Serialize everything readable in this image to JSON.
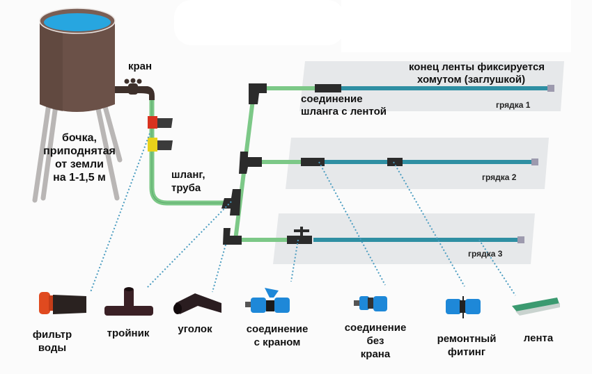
{
  "colors": {
    "barrel": "#6b5148",
    "water": "#27a6e0",
    "hose": "#7cc887",
    "tape": "#2f8fa3",
    "fitting": "#2b2b2b",
    "bed": "#e6e8ea",
    "leader": "#4a9cc0",
    "filter_red": "#d9321f",
    "filter_yellow": "#e8d21a",
    "connector_blue": "#1e88d8"
  },
  "labels": {
    "tap": "кран",
    "barrel_1": "бочка,",
    "barrel_2": "приподнятая",
    "barrel_3": "от земли",
    "barrel_4": "на 1-1,5 м",
    "hose_1": "шланг,",
    "hose_2": "труба",
    "connection_1": "соединение",
    "connection_2": "шланга с лентой",
    "tape_end_1": "конец ленты фиксируется",
    "tape_end_2": "хомутом (заглушкой)"
  },
  "beds": [
    {
      "label": "грядка 1"
    },
    {
      "label": "грядка 2"
    },
    {
      "label": "грядка 3"
    }
  ],
  "parts": [
    {
      "icon": "water-filter-icon",
      "lines": [
        "фильтр",
        "воды"
      ]
    },
    {
      "icon": "tee-fitting-icon",
      "lines": [
        "тройник",
        ""
      ]
    },
    {
      "icon": "elbow-fitting-icon",
      "lines": [
        "уголок",
        ""
      ]
    },
    {
      "icon": "valve-connector-icon",
      "lines": [
        "соединение",
        "с краном"
      ]
    },
    {
      "icon": "connector-icon",
      "lines": [
        "соединение",
        "без",
        "крана"
      ]
    },
    {
      "icon": "repair-fitting-icon",
      "lines": [
        "ремонтный",
        "фитинг"
      ]
    },
    {
      "icon": "drip-tape-icon",
      "lines": [
        "лента",
        ""
      ]
    }
  ]
}
